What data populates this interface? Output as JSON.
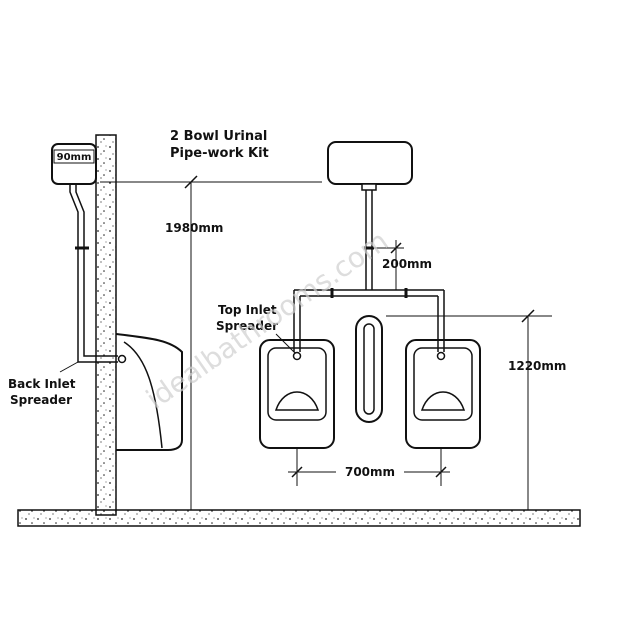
{
  "title": {
    "line1": "2 Bowl Urinal",
    "line2": "Pipe-work Kit"
  },
  "dimensions": {
    "cistern_depth": "90mm",
    "cistern_height": "1980mm",
    "pipe_drop": "200mm",
    "spreader_height": "1220mm",
    "bowl_centres": "700mm"
  },
  "labels": {
    "back_inlet_line1": "Back Inlet",
    "back_inlet_line2": "Spreader",
    "top_inlet_line1": "Top Inlet",
    "top_inlet_line2": "Spreader"
  },
  "watermark": "idealbathrooms.com",
  "colors": {
    "ink": "#111111",
    "watermark": "#cfcfcf"
  }
}
